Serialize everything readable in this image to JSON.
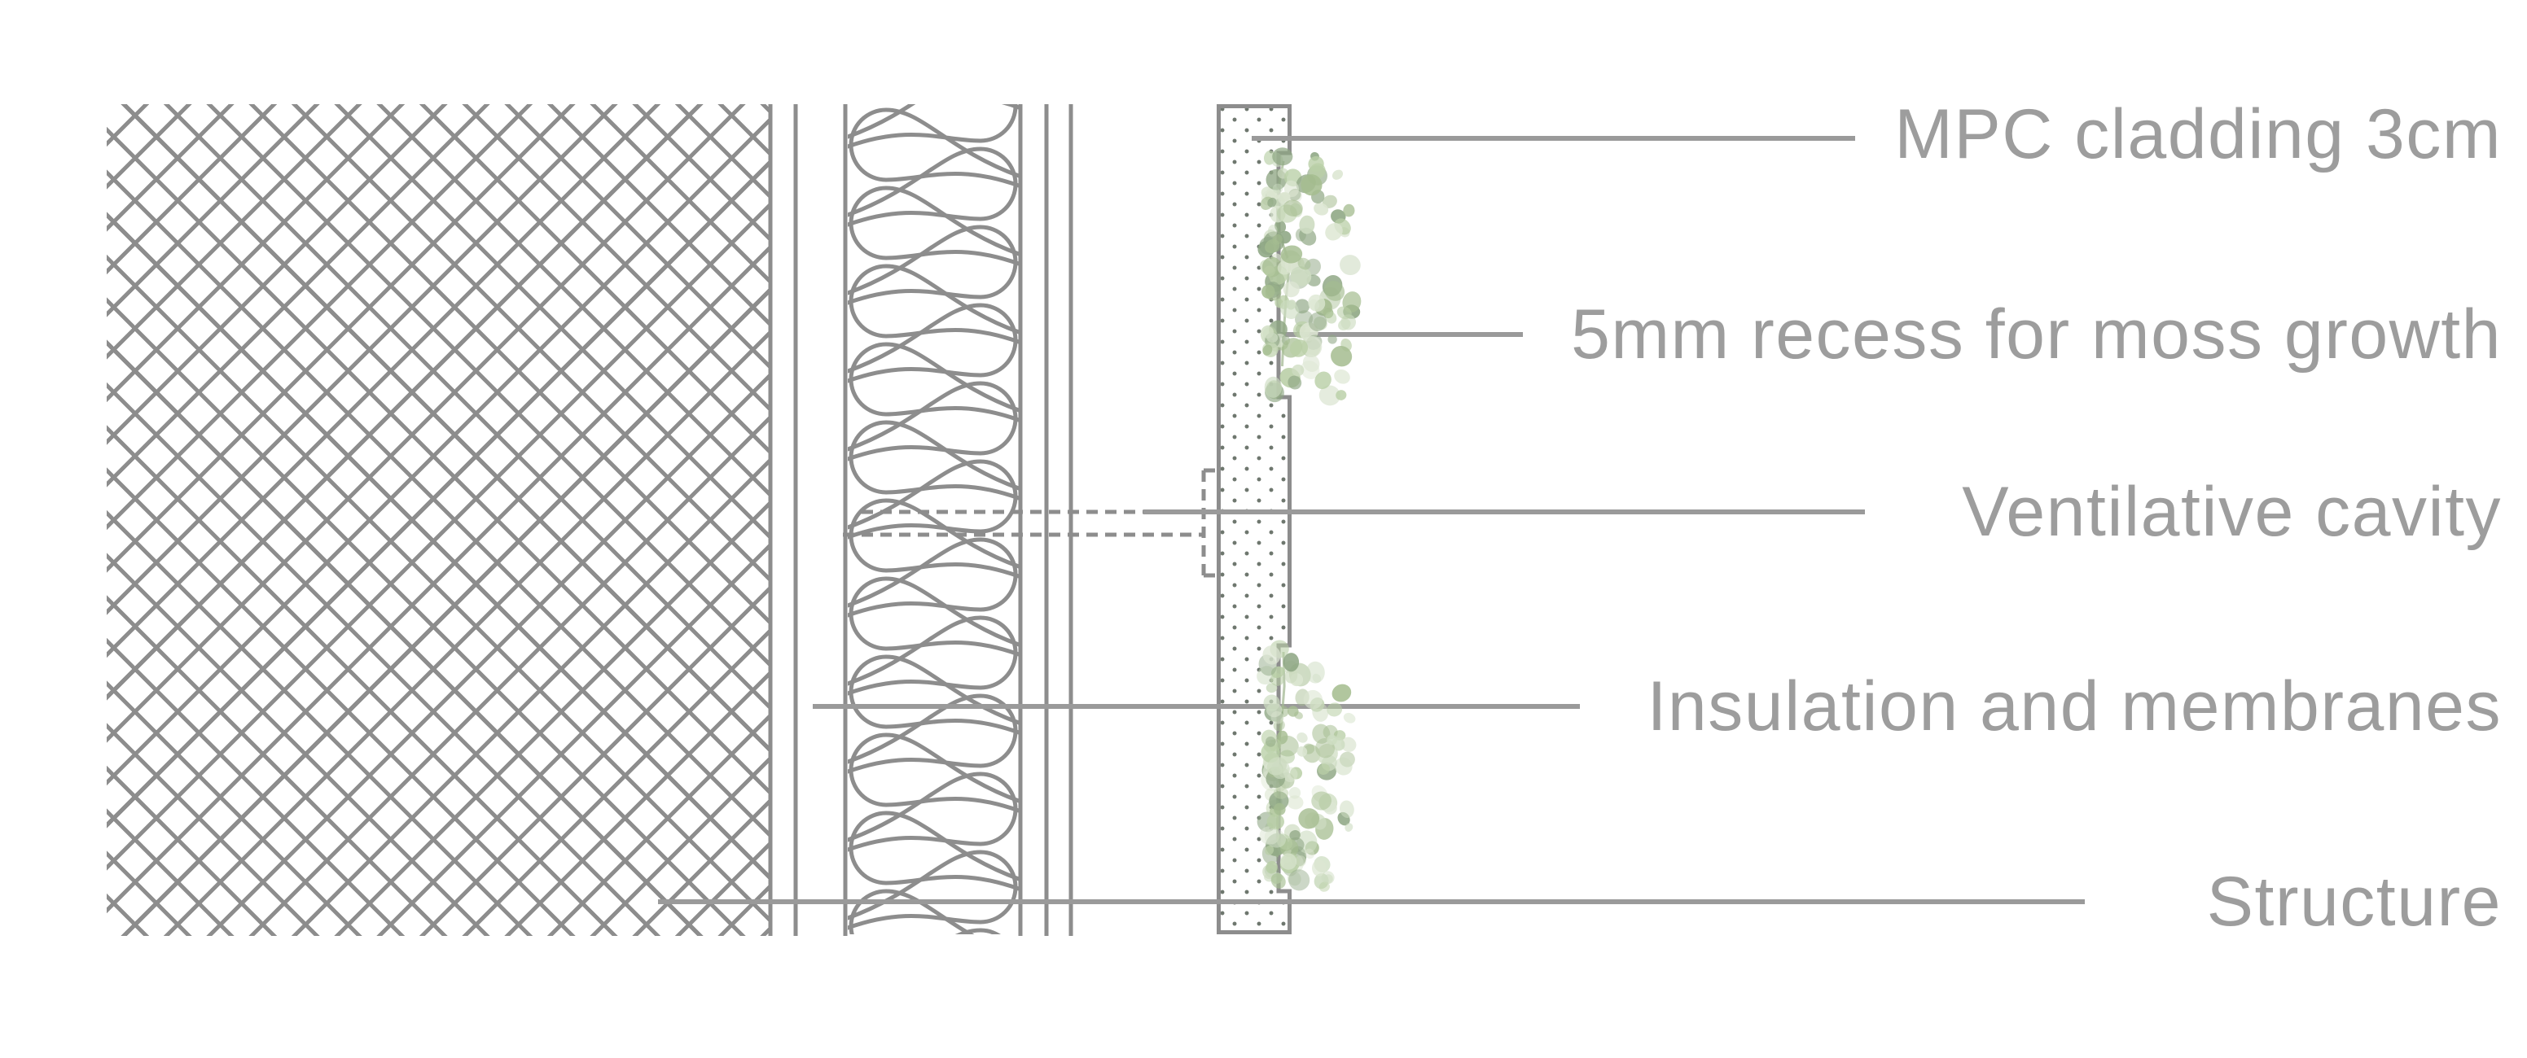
{
  "diagram": {
    "labels": [
      {
        "id": "cladding",
        "text": "MPC cladding 3cm"
      },
      {
        "id": "recess",
        "text": "5mm recess for moss growth"
      },
      {
        "id": "cavity",
        "text": "Ventilative cavity"
      },
      {
        "id": "insulation",
        "text": "Insulation and membranes"
      },
      {
        "id": "structure",
        "text": "Structure"
      }
    ],
    "colors": {
      "linework": "#8d8d8d",
      "leader": "#9a9a9a",
      "label_text": "#9d9d9d",
      "stipple_dot": "#6e776e",
      "moss_stem": "#a3b893",
      "moss_palette": [
        "#cddcc1",
        "#b9cfa6",
        "#a5bd90",
        "#dce6d2",
        "#8fa784"
      ]
    }
  }
}
